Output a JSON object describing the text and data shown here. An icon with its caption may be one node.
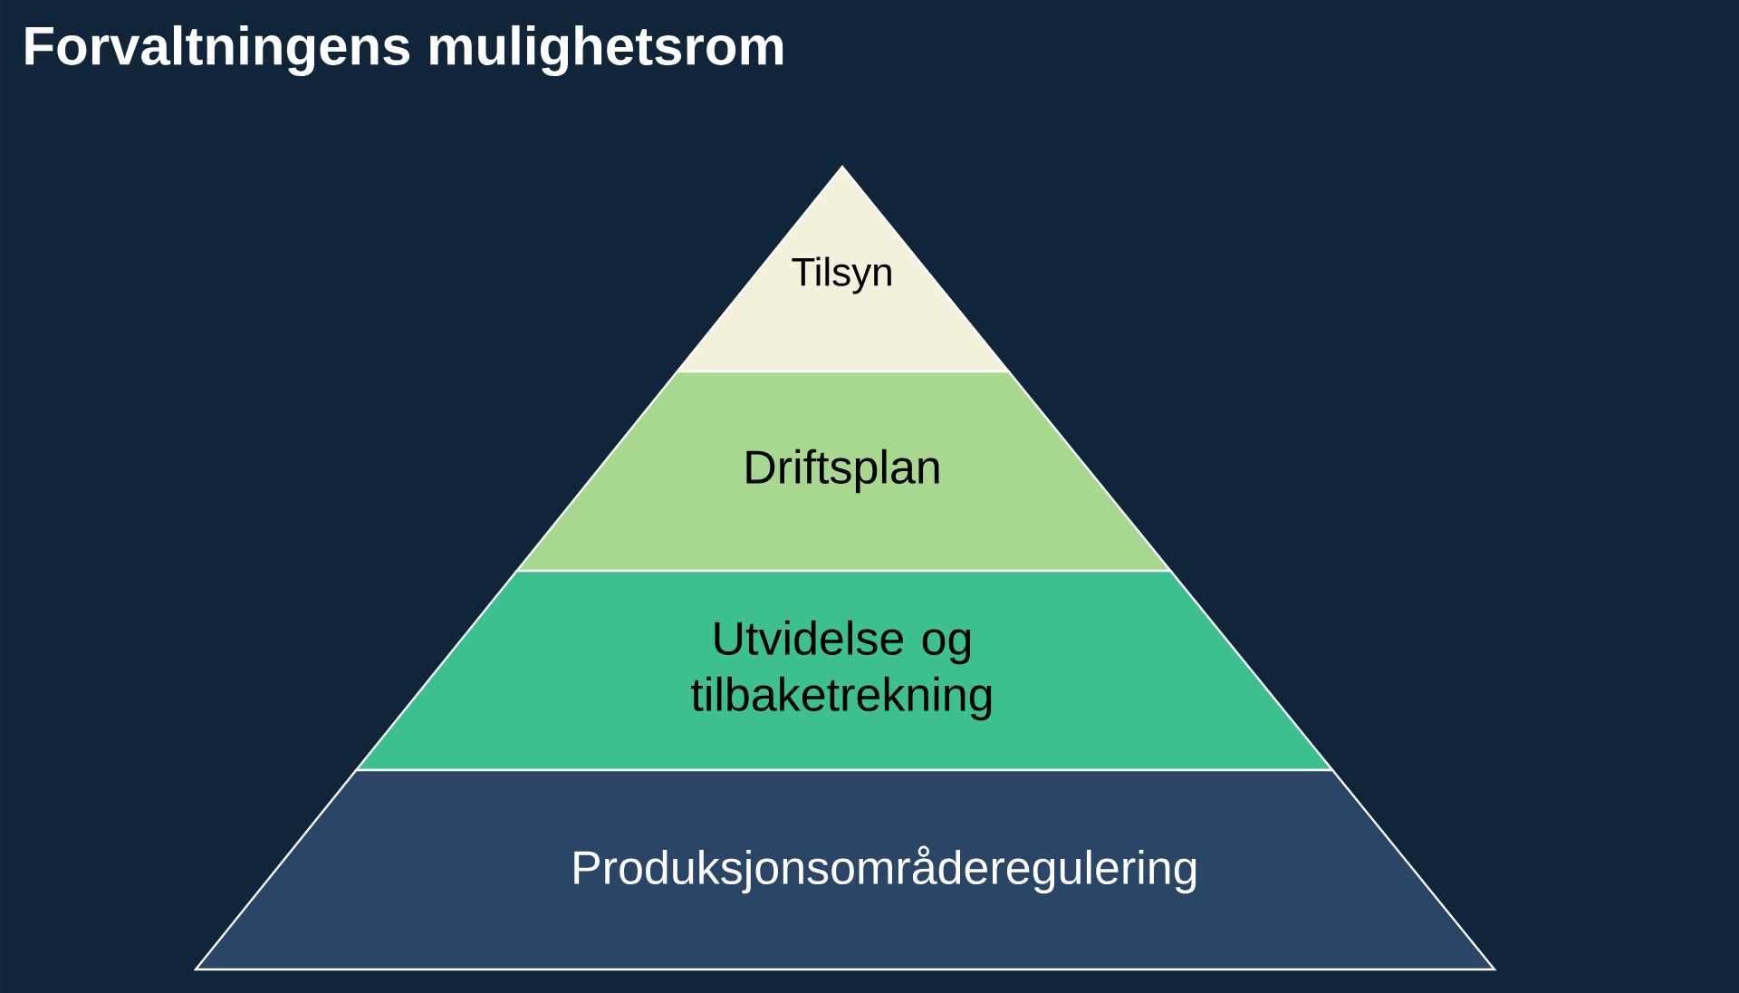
{
  "diagram": {
    "title": "Forvaltningens mulighetsrom",
    "nodes": [
      {
        "text": [
          "Tilsyn"
        ]
      },
      {
        "text": [
          "Driftsplan"
        ]
      },
      {
        "text": [
          "Utvidelse og tilbaketrekning"
        ]
      },
      {
        "text": [
          "Produksjonsområderegulering"
        ]
      }
    ]
  }
}
